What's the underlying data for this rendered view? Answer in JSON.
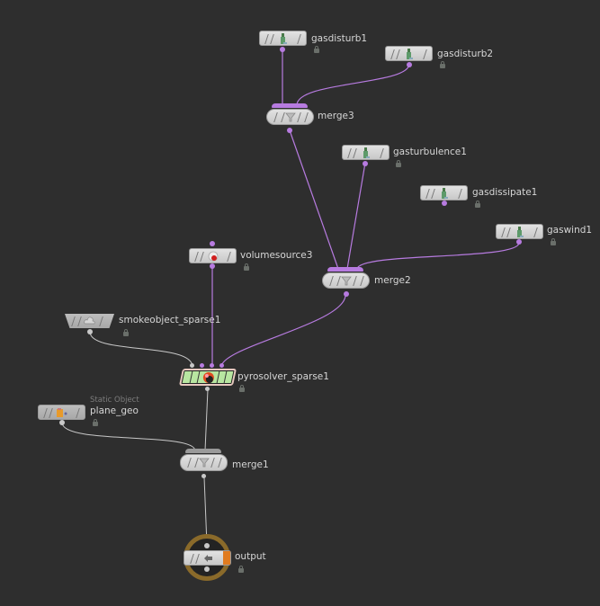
{
  "network": {
    "context": "pyro DOP network",
    "colors": {
      "background": "#2e2e2e",
      "wire_velocity": "#b77be0",
      "wire_default": "#c8c8c8",
      "merge_bar": "#b77be0",
      "solver_fill": "#b8e6a1",
      "output_ring": "#8a6a2a",
      "output_flag": "#e07b1f"
    },
    "nodes": [
      {
        "id": "gasdisturb1",
        "label": "gasdisturb1",
        "type": "microsolver",
        "icon": "bottle-icon"
      },
      {
        "id": "gasdisturb2",
        "label": "gasdisturb2",
        "type": "microsolver",
        "icon": "bottle-icon"
      },
      {
        "id": "merge3",
        "label": "merge3",
        "type": "merge",
        "icon": "funnel-icon"
      },
      {
        "id": "gasturbulence1",
        "label": "gasturbulence1",
        "type": "microsolver",
        "icon": "bottle-icon"
      },
      {
        "id": "gasdissipate1",
        "label": "gasdissipate1",
        "type": "microsolver",
        "icon": "bottle-icon"
      },
      {
        "id": "gaswind1",
        "label": "gaswind1",
        "type": "microsolver",
        "icon": "bottle-icon"
      },
      {
        "id": "volumesource3",
        "label": "volumesource3",
        "type": "source",
        "icon": "volume-source-icon"
      },
      {
        "id": "merge2",
        "label": "merge2",
        "type": "merge",
        "icon": "funnel-icon"
      },
      {
        "id": "smokeobject_sparse1",
        "label": "smokeobject_sparse1",
        "type": "object",
        "icon": "cloud-icon"
      },
      {
        "id": "pyrosolver_sparse1",
        "label": "pyrosolver_sparse1",
        "type": "solver",
        "icon": "fire-icon"
      },
      {
        "id": "plane_geo",
        "label": "plane_geo",
        "sublabel": "Static Object",
        "type": "object",
        "icon": "static-object-icon"
      },
      {
        "id": "merge1",
        "label": "merge1",
        "type": "merge",
        "icon": "funnel-icon"
      },
      {
        "id": "output",
        "label": "output",
        "type": "output",
        "icon": "output-icon"
      }
    ],
    "connections": [
      {
        "from": "gasdisturb1",
        "to": "merge3"
      },
      {
        "from": "gasdisturb2",
        "to": "merge3"
      },
      {
        "from": "merge3",
        "to": "merge2"
      },
      {
        "from": "gasturbulence1",
        "to": "merge2"
      },
      {
        "from": "gaswind1",
        "to": "merge2"
      },
      {
        "from": "volumesource3",
        "to": "pyrosolver_sparse1"
      },
      {
        "from": "merge2",
        "to": "pyrosolver_sparse1"
      },
      {
        "from": "smokeobject_sparse1",
        "to": "pyrosolver_sparse1"
      },
      {
        "from": "pyrosolver_sparse1",
        "to": "merge1"
      },
      {
        "from": "plane_geo",
        "to": "merge1"
      },
      {
        "from": "merge1",
        "to": "output"
      }
    ]
  }
}
